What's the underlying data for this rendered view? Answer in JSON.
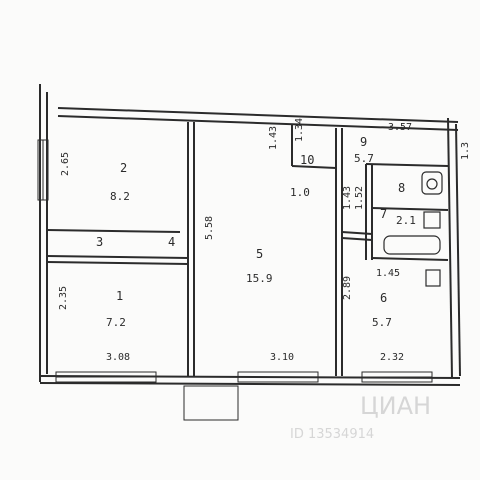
{
  "rooms": [
    {
      "number": "2",
      "area": "8.2"
    },
    {
      "number": "1",
      "area": "7.2"
    },
    {
      "number": "5",
      "area": "15.9"
    },
    {
      "number": "6",
      "area": "5.7"
    },
    {
      "number": "9",
      "area": "5.7"
    },
    {
      "number": "8",
      "area": ""
    },
    {
      "number": "7",
      "area": "2.1"
    },
    {
      "number": "10",
      "area": "1.0"
    },
    {
      "number": "3",
      "area": ""
    },
    {
      "number": "4",
      "area": ""
    }
  ],
  "dimensions": [
    "2.65",
    "2.35",
    "3.08",
    "3.10",
    "2.32",
    "5.58",
    "1.43",
    "1.34",
    "3.57",
    "1.3",
    "1.43",
    "1.52",
    "2.89",
    "1.45"
  ],
  "watermark": {
    "brand": "ЦИАН",
    "id": "ID 13534914"
  },
  "colors": {
    "ink": "#2b2b2b",
    "paper": "#fbfbfa",
    "watermark": "#d6d6d6"
  }
}
